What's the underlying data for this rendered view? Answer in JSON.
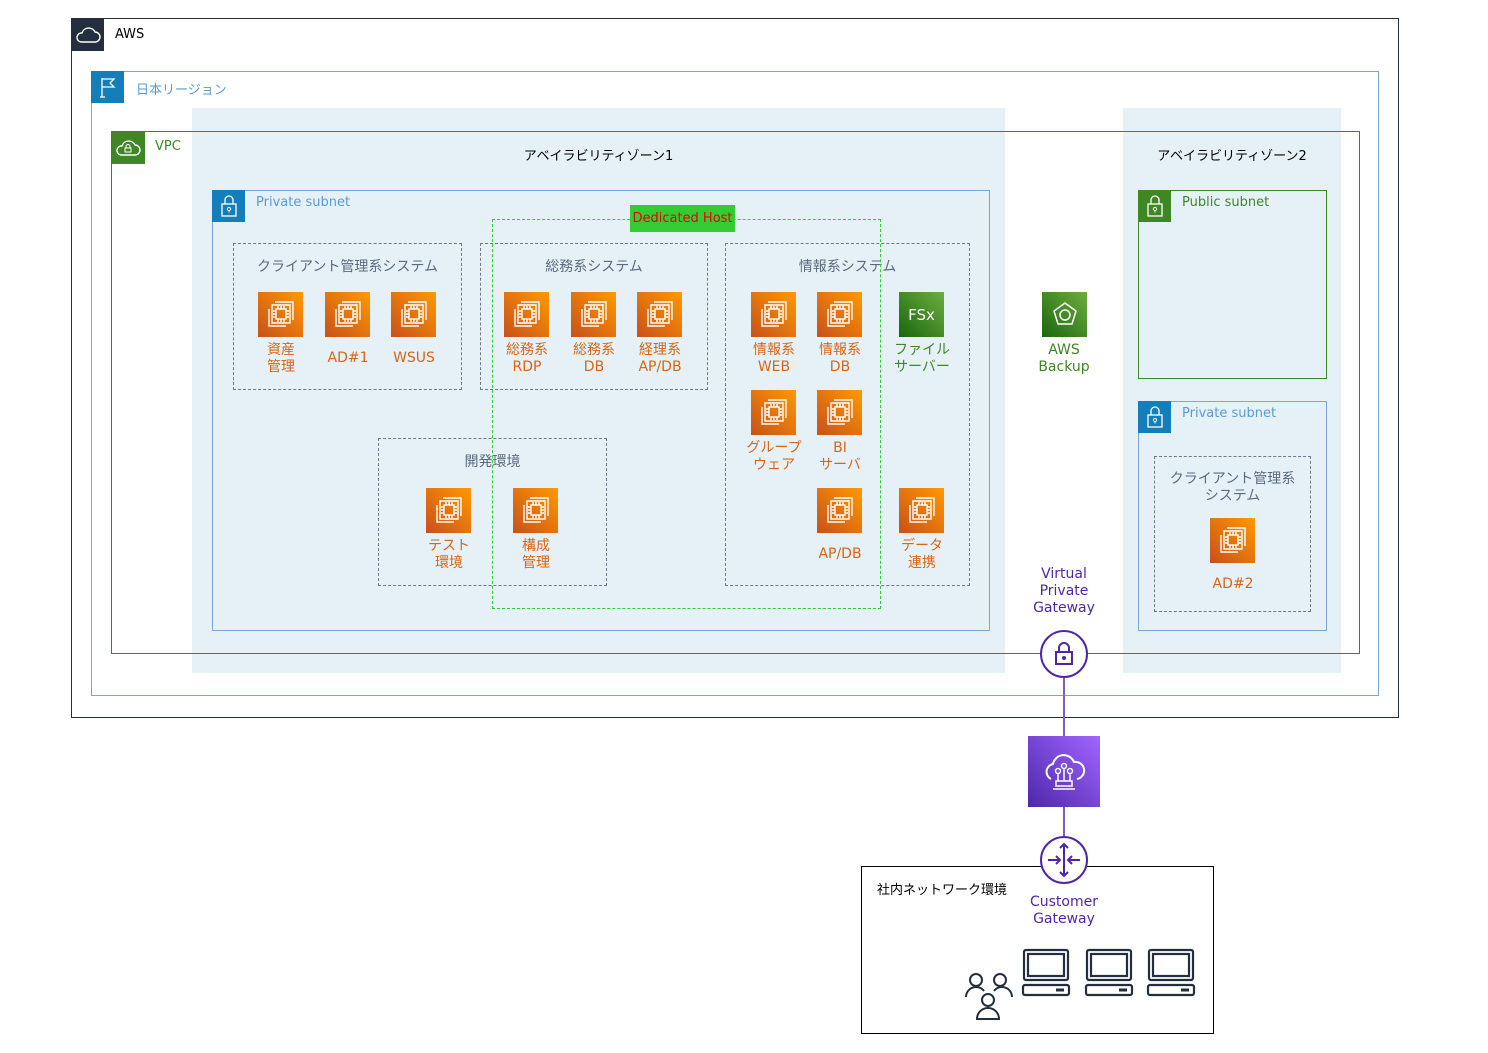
{
  "aws": {
    "label": "AWS"
  },
  "region": {
    "label": "日本リージョン"
  },
  "vpc": {
    "label": "VPC"
  },
  "az1": {
    "label": "アベイラビリティゾーン1"
  },
  "az2": {
    "label": "アベイラビリティゾーン2"
  },
  "private_subnet_1": {
    "label": "Private subnet"
  },
  "public_subnet": {
    "label": "Public subnet"
  },
  "private_subnet_2": {
    "label": "Private subnet"
  },
  "dedicated_host": {
    "label": "Dedicated Host"
  },
  "groups": {
    "client": {
      "title": "クライアント管理系システム",
      "items": [
        [
          "資産",
          "管理"
        ],
        [
          "AD#1",
          ""
        ],
        [
          "WSUS",
          ""
        ]
      ]
    },
    "somu": {
      "title": "総務系システム",
      "items": [
        [
          "総務系",
          "RDP"
        ],
        [
          "総務系",
          "DB"
        ],
        [
          "経理系",
          "AP/DB"
        ]
      ]
    },
    "joho": {
      "title": "情報系システム",
      "items": [
        [
          "情報系",
          "WEB"
        ],
        [
          "情報系",
          "DB"
        ],
        [
          "ファイル",
          "サーバー"
        ],
        [
          "グループ",
          "ウェア"
        ],
        [
          "BI",
          "サーバ"
        ],
        [
          "AP/DB",
          ""
        ],
        [
          "データ",
          "連携"
        ]
      ]
    },
    "dev": {
      "title": "開発環境",
      "items": [
        [
          "テスト",
          "環境"
        ],
        [
          "構成",
          "管理"
        ]
      ]
    },
    "client2": {
      "title1": "クライアント管理系",
      "title2": "システム",
      "items": [
        [
          "AD#2",
          ""
        ]
      ]
    }
  },
  "backup": {
    "l1": "AWS",
    "l2": "Backup"
  },
  "vpg": {
    "l1": "Virtual",
    "l2": "Private",
    "l3": "Gateway"
  },
  "cgw": {
    "l1": "Customer",
    "l2": "Gateway"
  },
  "corp": {
    "label": "社内ネットワーク環境"
  },
  "colors": {
    "aws": "#232f3e",
    "region": "#147eba",
    "vpc": "#3f8624",
    "az": "#e6f0f7",
    "ec2": "#d86613",
    "purple": "#4d27aa",
    "dedicated": "#33cc33"
  }
}
